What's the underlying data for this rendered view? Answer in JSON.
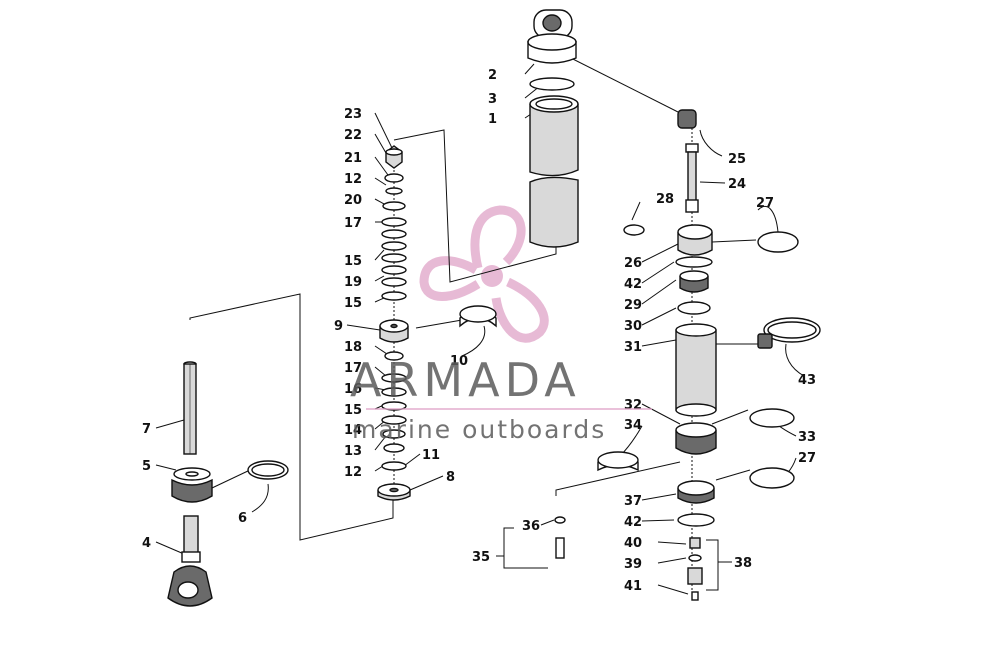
{
  "watermark": {
    "brand": "ARMADA",
    "tagline": "marine outboards",
    "logo_color": "#e0a4c8"
  },
  "labels": {
    "p1": "1",
    "p2": "2",
    "p3": "3",
    "p4": "4",
    "p5": "5",
    "p6": "6",
    "p7": "7",
    "p8": "8",
    "p9": "9",
    "p10": "10",
    "p11": "11",
    "p12a": "12",
    "p12b": "12",
    "p13": "13",
    "p14": "14",
    "p15a": "15",
    "p15b": "15",
    "p15c": "15",
    "p16": "16",
    "p17a": "17",
    "p17b": "17",
    "p18": "18",
    "p19": "19",
    "p20": "20",
    "p21": "21",
    "p22": "22",
    "p23": "23",
    "p24": "24",
    "p25": "25",
    "p26": "26",
    "p27a": "27",
    "p27b": "27",
    "p28": "28",
    "p29": "29",
    "p30": "30",
    "p31": "31",
    "p32": "32",
    "p33": "33",
    "p34": "34",
    "p35": "35",
    "p36": "36",
    "p37": "37",
    "p38": "38",
    "p39": "39",
    "p40": "40",
    "p41": "41",
    "p42a": "42",
    "p42b": "42",
    "p43": "43"
  }
}
